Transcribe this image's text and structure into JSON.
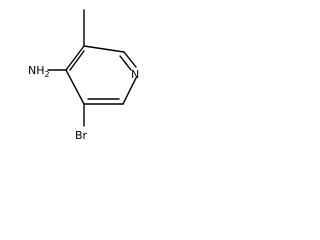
{
  "molecule": {
    "labels": {
      "amine": "NH",
      "amine_subscript": "2",
      "ring_nitrogen": "N",
      "bromine": "Br"
    },
    "colors": {
      "bond": "#000000",
      "text": "#000000",
      "background": "#ffffff"
    }
  }
}
